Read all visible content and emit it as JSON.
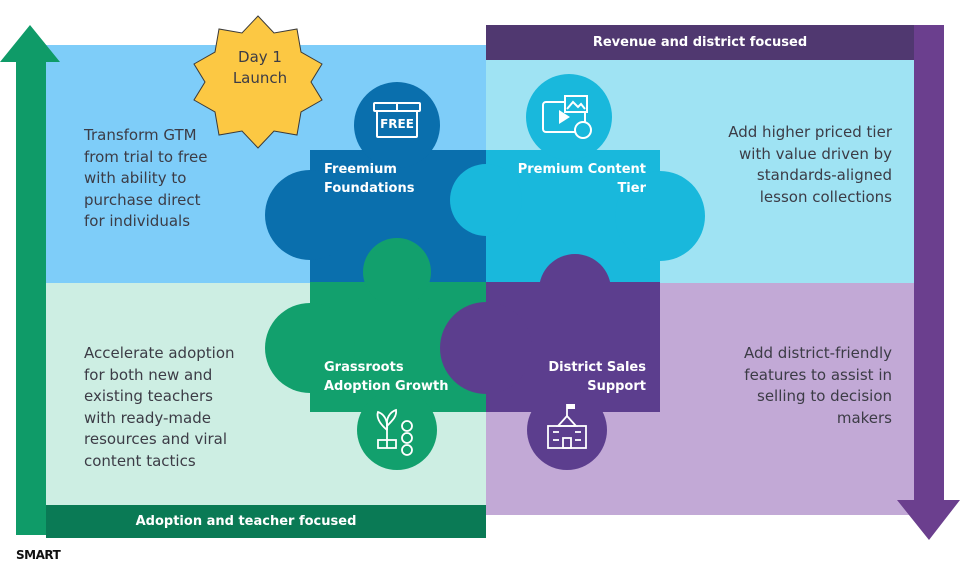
{
  "badge": {
    "text": "Day 1\nLaunch"
  },
  "top_band": {
    "label": "Revenue and district focused"
  },
  "bottom_band": {
    "label": "Adoption and teacher focused"
  },
  "quadrants": {
    "top_left": {
      "text": "Transform GTM\nfrom trial to free\nwith ability to\npurchase direct\nfor individuals"
    },
    "top_right": {
      "text": "Add higher priced tier\nwith value driven by\nstandards-aligned\nlesson collections"
    },
    "bottom_left": {
      "text": "Accelerate adoption\nfor both new and\nexisting teachers\nwith ready-made\nresources and viral\ncontent tactics"
    },
    "bottom_right": {
      "text": "Add district-friendly\nfeatures to assist in\nselling to decision\nmakers"
    }
  },
  "pieces": {
    "freemium": {
      "label": "Freemium\nFoundations",
      "icon": "free-box-icon",
      "icon_text": "FREE",
      "color": "#0a6fad"
    },
    "premium": {
      "label": "Premium Content\nTier",
      "icon": "video-content-icon",
      "color": "#19b8dc"
    },
    "grassroots": {
      "label": "Grassroots\nAdoption Growth",
      "icon": "plant-coins-icon",
      "color": "#12a06d"
    },
    "district": {
      "label": "District Sales\nSupport",
      "icon": "school-building-icon",
      "color": "#5c3e8e"
    }
  },
  "logo": {
    "text": "SMART"
  },
  "colors": {
    "top_left_bg": "#7ecdf9",
    "top_right_bg": "#9fe3f3",
    "bottom_left_bg": "#cdeee3",
    "bottom_right_bg": "#c2a9d6",
    "green_arrow": "#0f9b68",
    "purple_arrow": "#6b3f8e",
    "badge": "#fcc843"
  }
}
